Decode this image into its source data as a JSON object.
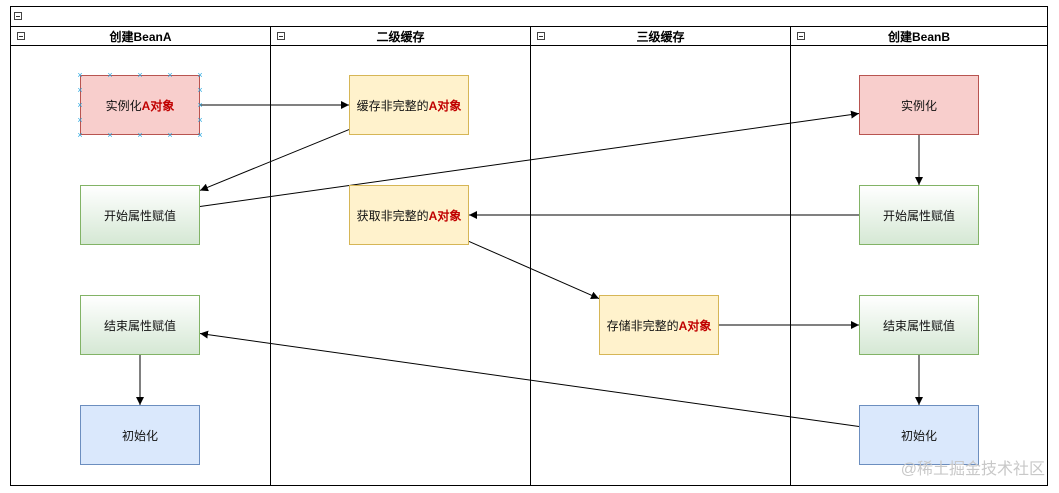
{
  "lanes": [
    {
      "title": "创建BeanA"
    },
    {
      "title": "二级缓存"
    },
    {
      "title": "三级缓存"
    },
    {
      "title": "创建BeanB"
    }
  ],
  "nodes": {
    "a_instantiate": {
      "text": "实例化",
      "highlight": "A对象"
    },
    "a_assign_start": {
      "text": "开始属性赋值"
    },
    "a_assign_end": {
      "text": "结束属性赋值"
    },
    "a_init": {
      "text": "初始化"
    },
    "l2_cache": {
      "text": "缓存非完整的",
      "highlight": "A对象"
    },
    "l2_fetch": {
      "text": "获取非完整的",
      "highlight": "A对象"
    },
    "l3_store": {
      "text": "存储非完整的",
      "highlight": "A对象"
    },
    "b_instantiate": {
      "text": "实例化"
    },
    "b_assign_start": {
      "text": "开始属性赋值"
    },
    "b_assign_end": {
      "text": "结束属性赋值"
    },
    "b_init": {
      "text": "初始化"
    }
  },
  "edges": [
    {
      "from": "a_instantiate",
      "to": "l2_cache"
    },
    {
      "from": "l2_cache",
      "to": "a_assign_start"
    },
    {
      "from": "a_assign_start",
      "to": "b_instantiate"
    },
    {
      "from": "b_instantiate",
      "to": "b_assign_start"
    },
    {
      "from": "b_assign_start",
      "to": "l2_fetch"
    },
    {
      "from": "l2_fetch",
      "to": "l3_store"
    },
    {
      "from": "l3_store",
      "to": "b_assign_end"
    },
    {
      "from": "a_assign_end",
      "to": "a_init"
    },
    {
      "from": "b_assign_end",
      "to": "b_init"
    },
    {
      "from": "b_init",
      "to": "a_assign_end"
    }
  ],
  "watermark": "@稀土掘金技术社区",
  "colors": {
    "pink": "#f8cecc",
    "yellow": "#fff2cc",
    "green": "#d5e8d4",
    "blue": "#dae8fc",
    "highlight": "#c00000"
  }
}
